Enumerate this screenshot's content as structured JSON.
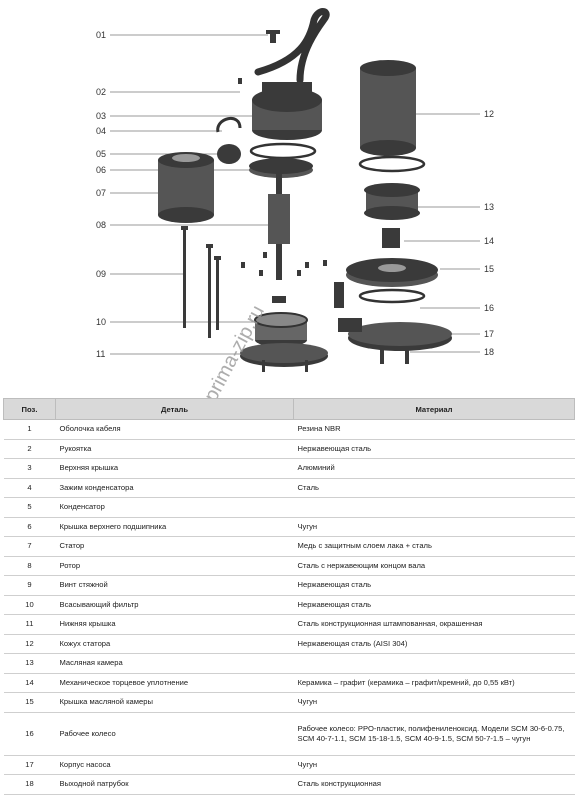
{
  "diagram": {
    "callouts": [
      "01",
      "02",
      "03",
      "04",
      "05",
      "06",
      "07",
      "08",
      "09",
      "10",
      "11",
      "12",
      "13",
      "14",
      "15",
      "16",
      "17",
      "18"
    ]
  },
  "watermark": "prima-zip.ru",
  "table": {
    "headers": [
      "Поз.",
      "Деталь",
      "Материал"
    ],
    "rows": [
      {
        "pos": "1",
        "part": "Оболочка кабеля",
        "material": "Резина NBR"
      },
      {
        "pos": "2",
        "part": "Рукоятка",
        "material": "Нержавеющая сталь"
      },
      {
        "pos": "3",
        "part": "Верхняя крышка",
        "material": "Алюминий"
      },
      {
        "pos": "4",
        "part": "Зажим конденсатора",
        "material": "Сталь"
      },
      {
        "pos": "5",
        "part": "Конденсатор",
        "material": ""
      },
      {
        "pos": "6",
        "part": "Крышка верхнего подшипника",
        "material": "Чугун"
      },
      {
        "pos": "7",
        "part": "Статор",
        "material": "Медь с защитным слоем лака + сталь"
      },
      {
        "pos": "8",
        "part": "Ротор",
        "material": "Сталь с нержавеющим концом вала"
      },
      {
        "pos": "9",
        "part": "Винт стяжной",
        "material": "Нержавеющая сталь"
      },
      {
        "pos": "10",
        "part": "Всасывающий фильтр",
        "material": "Нержавеющая сталь"
      },
      {
        "pos": "11",
        "part": "Нижняя крышка",
        "material": "Сталь конструкционная штампованная, окрашенная"
      },
      {
        "pos": "12",
        "part": "Кожух статора",
        "material": "Нержавеющая сталь (AISI 304)"
      },
      {
        "pos": "13",
        "part": "Масляная камера",
        "material": ""
      },
      {
        "pos": "14",
        "part": "Механическое торцевое уплотнение",
        "material": "Керамика – графит (керамика – графит/кремний, до 0,55 кВт)"
      },
      {
        "pos": "15",
        "part": "Крышка масляной камеры",
        "material": "Чугун"
      },
      {
        "pos": "16",
        "part": "Рабочее колесо",
        "material": "Рабочее колесо: PPO-пластик, полифениленоксид. Модели SCM 30-6-0.75, SCM 40-7-1.1, SCM 15-18-1.5, SCM 40-9-1.5, SCM 50-7-1.5 – чугун"
      },
      {
        "pos": "17",
        "part": "Корпус насоса",
        "material": "Чугун"
      },
      {
        "pos": "18",
        "part": "Выходной патрубок",
        "material": "Сталь конструкционная"
      }
    ]
  }
}
